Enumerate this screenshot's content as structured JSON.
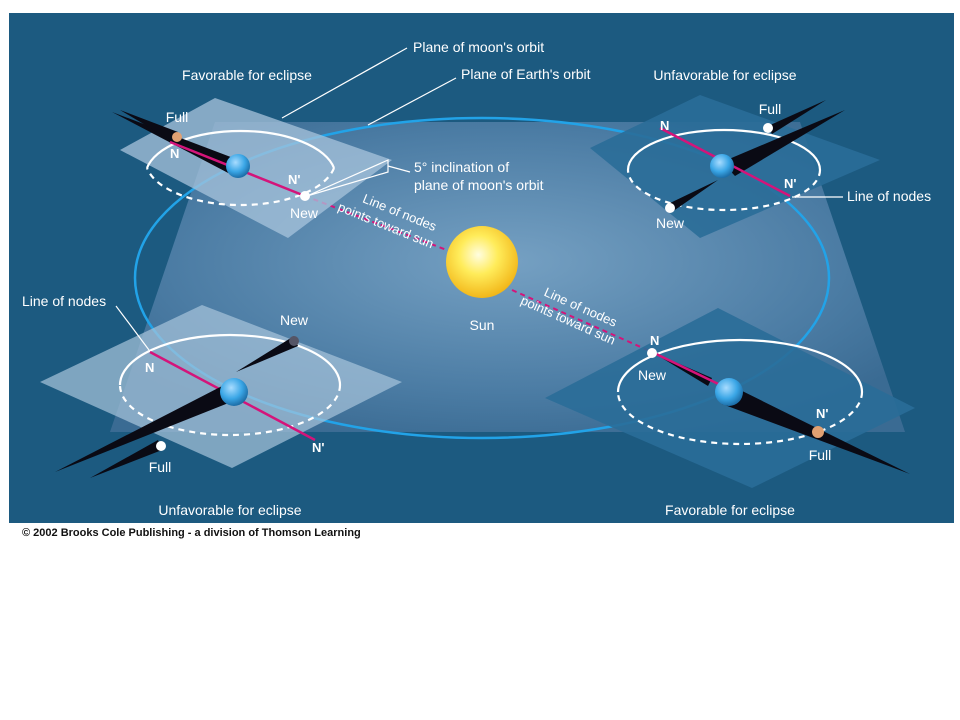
{
  "labels": {
    "plane_moon_orbit": "Plane of moon's orbit",
    "plane_earth_orbit": "Plane of Earth's orbit",
    "inclination_line1": "5° inclination of",
    "inclination_line2": "plane of moon's orbit",
    "line_of_nodes": "Line of nodes",
    "points_toward_sun": "points toward sun",
    "sun": "Sun",
    "full": "Full",
    "new": "New",
    "node_n": "N",
    "node_n_prime": "N'"
  },
  "quadrants": {
    "top_left": {
      "caption": "Favorable for eclipse"
    },
    "top_right": {
      "caption": "Unfavorable for eclipse"
    },
    "bottom_left": {
      "caption": "Unfavorable for eclipse"
    },
    "bottom_right": {
      "caption": "Favorable for eclipse"
    }
  },
  "copyright": "© 2002 Brooks Cole Publishing - a division of Thomson Learning",
  "colors": {
    "background": "#1c5a80",
    "earth_orbit_plane": "#4f7fa6",
    "moon_orbit_plane": "#a8c4dc",
    "orbit_line": "#22a3e8",
    "node_line": "#d4147a",
    "sun": "#ffe23a",
    "earth": "#3aa6e6",
    "shadow": "#0a0a14"
  }
}
